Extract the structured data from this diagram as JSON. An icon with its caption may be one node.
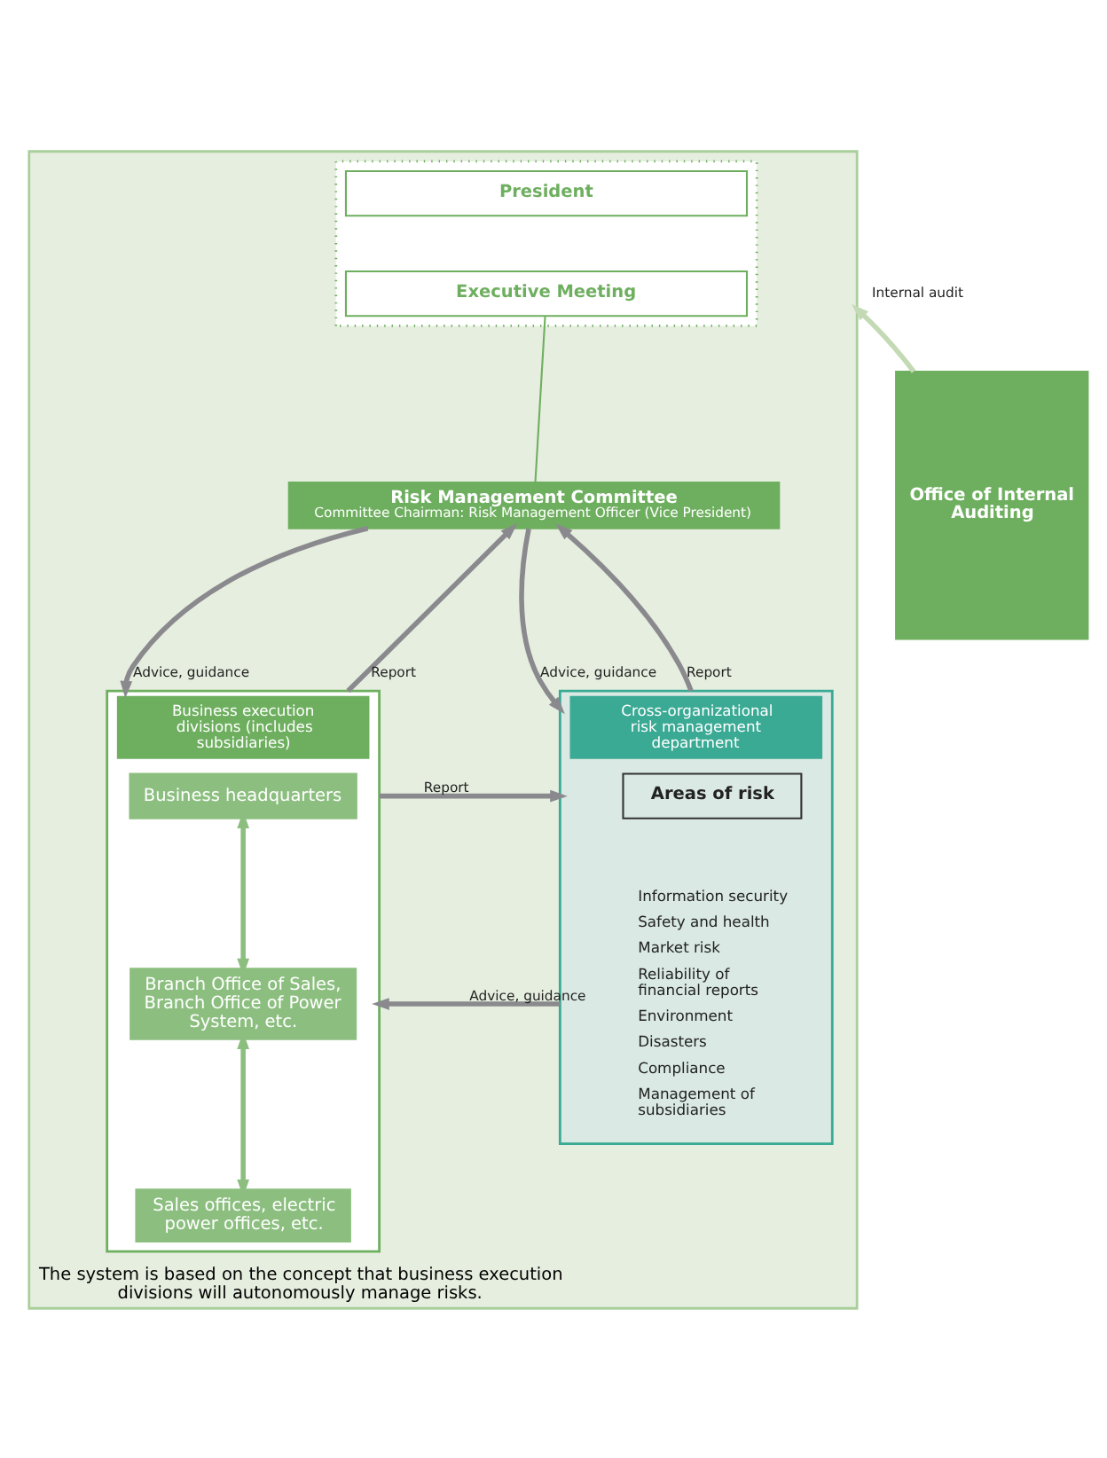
{
  "diagram": {
    "nodes": [
      {
        "text": [
          "The system is based on the concept that business execution divisions will autonomously manage risks."
        ]
      },
      {
        "text": [],
        "shape": "box",
        "in": 0
      },
      {
        "text": [
          "President"
        ],
        "in": 1
      },
      {
        "text": [
          "Executive Meeting"
        ],
        "in": 1
      },
      {
        "text": [
          "Risk Management Committee",
          "Committee Chairman: Risk Management Officer (Vice President)"
        ],
        "in": 0
      },
      {
        "text": [
          "Business execution divisions (includes subsidiaries)"
        ],
        "in": 0
      },
      {
        "text": [
          "Business headquarters"
        ],
        "in": 5
      },
      {
        "text": [
          "Branch Office of Sales, Branch Office of Power System, etc."
        ],
        "in": 5
      },
      {
        "text": [
          "Sales offices, electric power offices, etc."
        ],
        "in": 5
      },
      {
        "text": [
          "Cross-organizational risk management department",
          "Information security",
          "Safety and health",
          "Market risk",
          "Reliability of financial reports",
          "Environment",
          "Disasters",
          "Compliance",
          "Management of subsidiaries"
        ],
        "in": 0
      },
      {
        "text": [
          "Areas of risk"
        ],
        "in": 9
      },
      {
        "text": [
          "Office of Internal Auditing"
        ]
      }
    ],
    "edges": [
      {
        "from": 3,
        "to": 4,
        "arrow": "none",
        "color": "#6eaf5f"
      },
      {
        "from": 4,
        "to": 5,
        "arrow": "to",
        "label": "Advice, guidance"
      },
      {
        "from": 5,
        "to": 4,
        "arrow": "to",
        "label": "Report"
      },
      {
        "from": 4,
        "to": 9,
        "arrow": "to",
        "label": "Advice, guidance"
      },
      {
        "from": 9,
        "to": 4,
        "arrow": "to",
        "label": "Report"
      },
      {
        "from": 5,
        "to": 9,
        "arrow": "to",
        "label": "Report"
      },
      {
        "from": 9,
        "to": 5,
        "arrow": "to",
        "label": "Advice, guidance"
      },
      {
        "from": 6,
        "to": 7,
        "arrow": "both",
        "color": "#8cbf7f"
      },
      {
        "from": 7,
        "to": 8,
        "arrow": "both",
        "color": "#8cbf7f"
      },
      {
        "from": 11,
        "to": 0,
        "arrow": "to",
        "label": "Internal audit",
        "color": "#c3dab5"
      }
    ]
  }
}
